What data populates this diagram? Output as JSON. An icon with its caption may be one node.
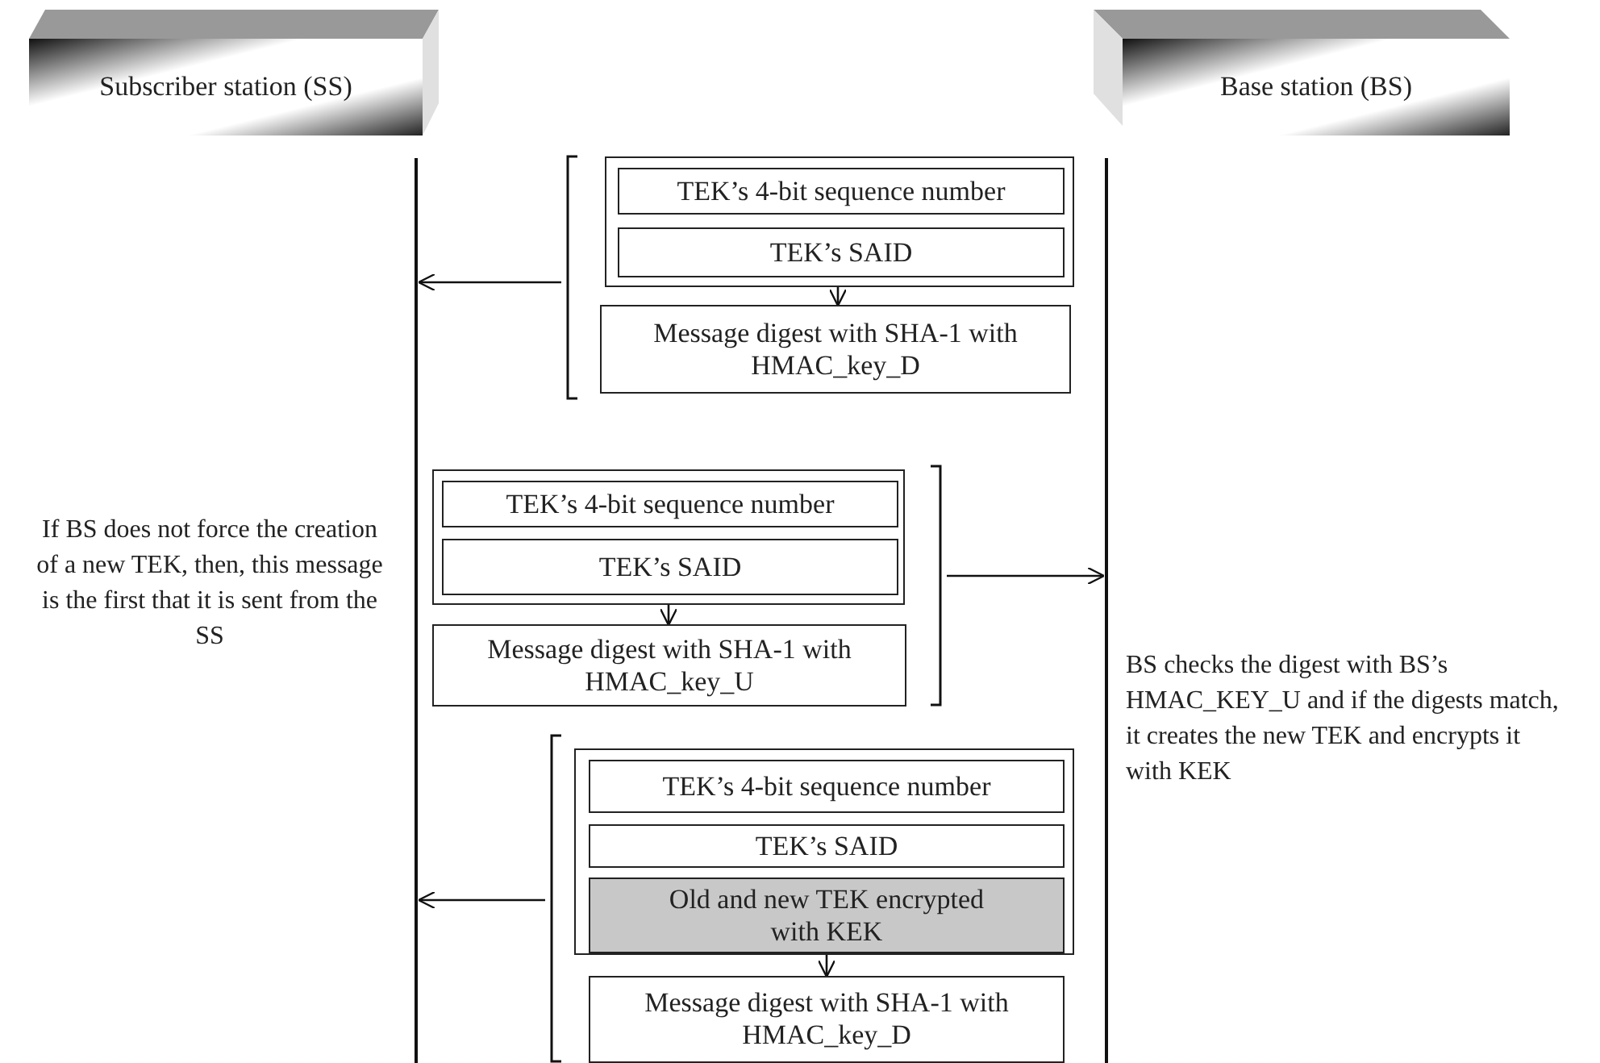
{
  "diagram": {
    "nodes": [
      {
        "text": [
          "Subscriber station (SS)"
        ]
      },
      {
        "text": [
          "Base station (BS)"
        ]
      },
      {
        "text": [],
        "shape": "bar"
      },
      {
        "text": [],
        "shape": "bar"
      },
      {
        "text": [],
        "shape": "bracket"
      },
      {
        "text": [],
        "shape": "box"
      },
      {
        "text": [
          "TEK’s 4-bit sequence number"
        ],
        "in": 5
      },
      {
        "text": [
          "TEK’s SAID"
        ],
        "in": 5
      },
      {
        "text": [
          "Message digest with SHA-1 with HMAC_key_D"
        ]
      },
      {
        "text": [],
        "shape": "box"
      },
      {
        "text": [
          "TEK’s 4-bit sequence number"
        ],
        "in": 9
      },
      {
        "text": [
          "TEK’s SAID"
        ],
        "in": 9
      },
      {
        "text": [
          "Message digest with SHA-1 with HMAC_key_U"
        ]
      },
      {
        "text": [],
        "shape": "bracket"
      },
      {
        "text": [],
        "shape": "bracket"
      },
      {
        "text": [],
        "shape": "box"
      },
      {
        "text": [
          "TEK’s 4-bit sequence number"
        ],
        "in": 15
      },
      {
        "text": [
          "TEK’s SAID"
        ],
        "in": 15
      },
      {
        "text": [
          "Old and new TEK encrypted with KEK"
        ],
        "in": 15
      },
      {
        "text": [
          "Message digest with SHA-1 with HMAC_key_D"
        ]
      }
    ],
    "edges": [
      {
        "from": 4,
        "to": 2,
        "arrow": "to"
      },
      {
        "from": 5,
        "to": 8,
        "arrow": "to"
      },
      {
        "from": 9,
        "to": 12,
        "arrow": "to"
      },
      {
        "from": 13,
        "to": 3,
        "arrow": "to"
      },
      {
        "from": 14,
        "to": 2,
        "arrow": "to"
      },
      {
        "from": 15,
        "to": 19,
        "arrow": "to"
      }
    ],
    "labels": [
      "If BS does not force the creation of a new TEK, then, this message is the first that it is sent from the SS",
      "BS checks the digest with BS’s HMAC_KEY_U and if the digests match, it creates the new TEK and encrypts it with KEK"
    ]
  }
}
